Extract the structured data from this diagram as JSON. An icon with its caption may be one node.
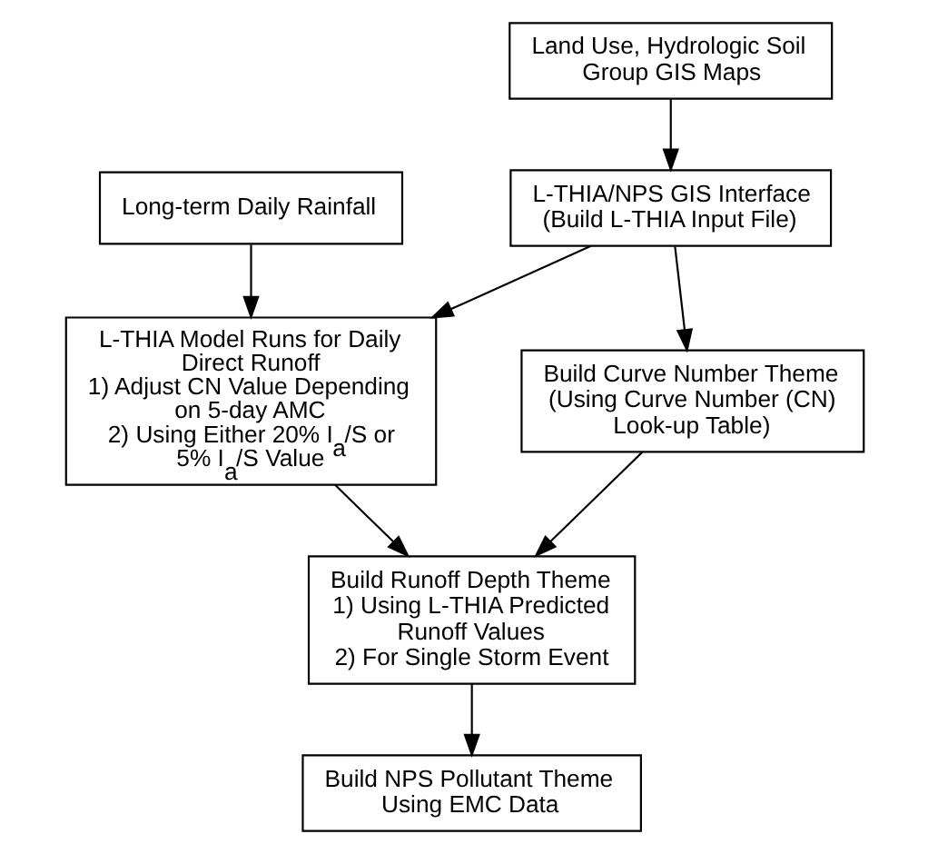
{
  "diagram": {
    "nodes": [
      {
        "text": [
          "Long-term Daily Rainfall"
        ]
      },
      {
        "text": [
          "Land Use, Hydrologic Soil Group GIS Maps"
        ]
      },
      {
        "text": [
          "L-THIA/NPS GIS Interface (Build L-THIA Input File)"
        ]
      },
      {
        "text": [
          "L-THIA Model Runs for Daily Direct Runoff",
          "1) Adjust CN Value Depending on 5-day AMC",
          "2) Using Either 20% I$_{a}$/S or 5% I$_{a}$/S Value"
        ]
      },
      {
        "text": [
          "Build Curve Number Theme (Using Curve Number (CN) Look-up Table)"
        ]
      },
      {
        "text": [
          "Build Runoff Depth Theme",
          "1) Using L-THIA Predicted Runoff Values",
          "2) For Single Storm Event"
        ]
      },
      {
        "text": [
          "Build NPS Pollutant Theme Using EMC Data"
        ]
      }
    ],
    "edges": [
      {
        "from": 0,
        "to": 3,
        "arrow": "to"
      },
      {
        "from": 1,
        "to": 2,
        "arrow": "to"
      },
      {
        "from": 2,
        "to": 3,
        "arrow": "to"
      },
      {
        "from": 2,
        "to": 4,
        "arrow": "to"
      },
      {
        "from": 3,
        "to": 5,
        "arrow": "to"
      },
      {
        "from": 4,
        "to": 5,
        "arrow": "to"
      },
      {
        "from": 5,
        "to": 6,
        "arrow": "to"
      }
    ]
  }
}
